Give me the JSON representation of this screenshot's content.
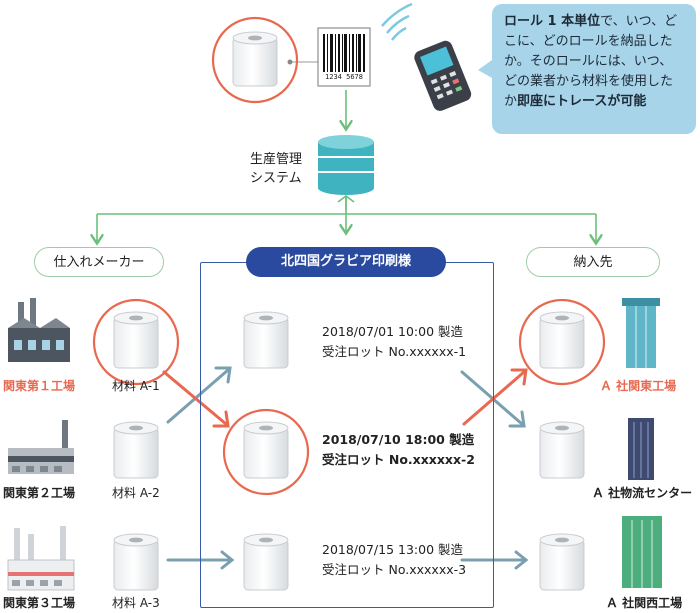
{
  "callout": {
    "p1": "ロール 1 本単位",
    "p2": "で、いつ、どこに、どのロールを納品したか。そのロールには、いつ、どの業者から材料を使用したか",
    "p3": "即座にトレース",
    "p4": "が可能"
  },
  "barcode": {
    "digits": "1234 5678"
  },
  "system": {
    "line1": "生産管理",
    "line2": "システム"
  },
  "sections": {
    "supplier": "仕入れメーカー",
    "printer": "北四国グラビア印刷様",
    "delivery": "納入先"
  },
  "factories": [
    {
      "label": "関東第１工場",
      "material": "材料 A-1"
    },
    {
      "label": "関東第２工場",
      "material": "材料 A-2"
    },
    {
      "label": "関東第３工場",
      "material": "材料 A-3"
    }
  ],
  "lots": [
    {
      "date": "2018/07/01 10:00 製造",
      "lot": "受注ロット No.xxxxxx-1"
    },
    {
      "date": "2018/07/10 18:00 製造",
      "lot": "受注ロット No.xxxxxx-2"
    },
    {
      "date": "2018/07/15 13:00 製造",
      "lot": "受注ロット No.xxxxxx-3"
    }
  ],
  "destinations": [
    {
      "label": "Ａ 社関東工場"
    },
    {
      "label": "Ａ 社物流センター"
    },
    {
      "label": "Ａ 社関西工場"
    }
  ],
  "colors": {
    "highlight": "#e8694f",
    "flow": "#7aa0b0",
    "green": "#6cbf7a",
    "navy": "#2a4aa0",
    "callout": "#a8d4ea"
  }
}
